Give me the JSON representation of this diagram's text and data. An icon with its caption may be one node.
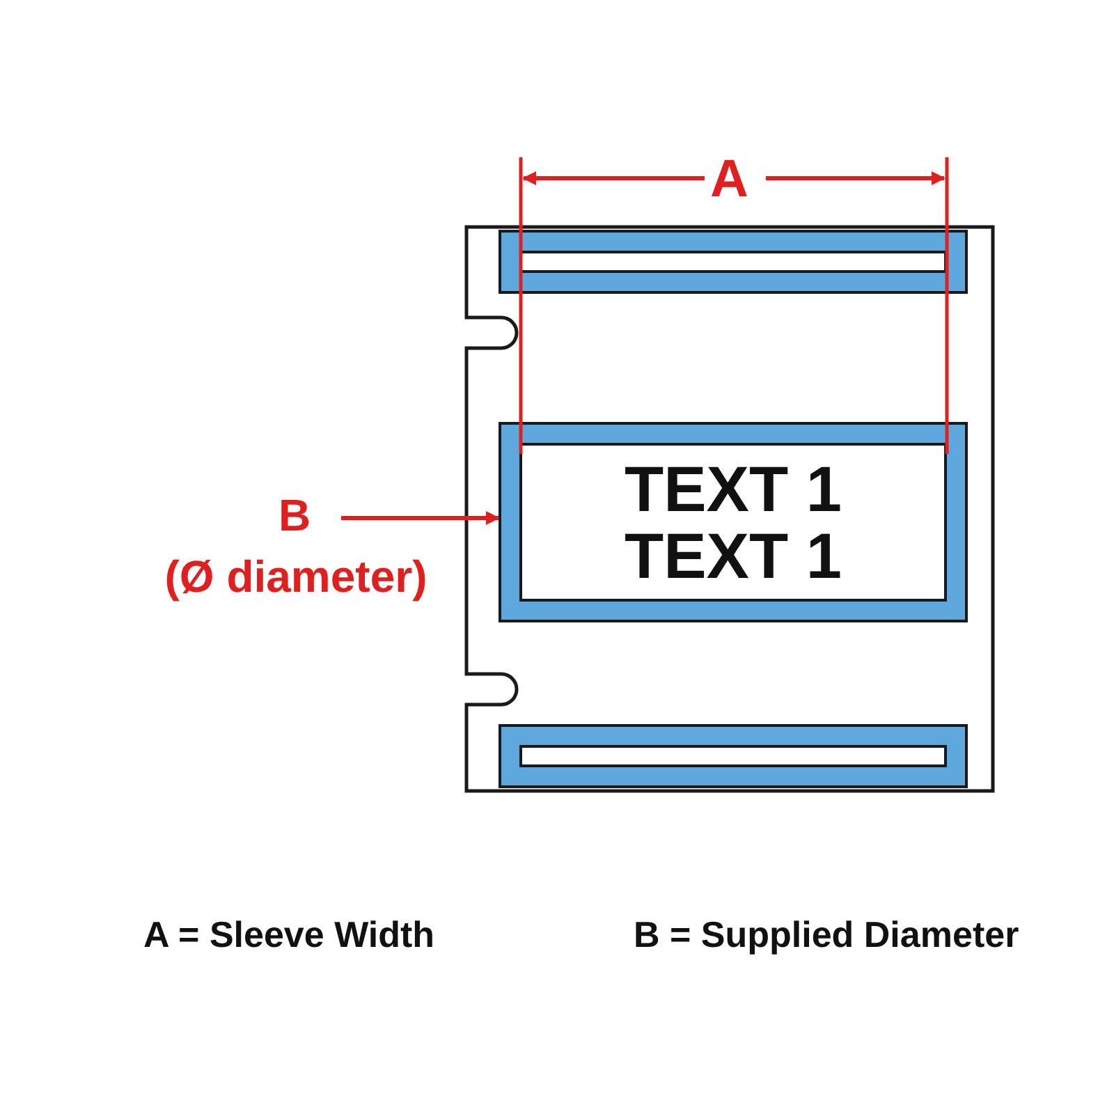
{
  "diagram": {
    "nodes": [
      {
        "text": [],
        "shape": "box"
      },
      {
        "text": [
          "TEXT 1",
          "TEXT 1"
        ]
      },
      {
        "text": [
          "B",
          "(Ø diameter)"
        ]
      },
      {
        "text": [],
        "shape": "box"
      }
    ],
    "edges": [
      {
        "from": 2,
        "to": 1,
        "arrow": "to"
      }
    ],
    "labels": [
      "A",
      "A = Sleeve Width",
      "B = Supplied Diameter"
    ]
  }
}
